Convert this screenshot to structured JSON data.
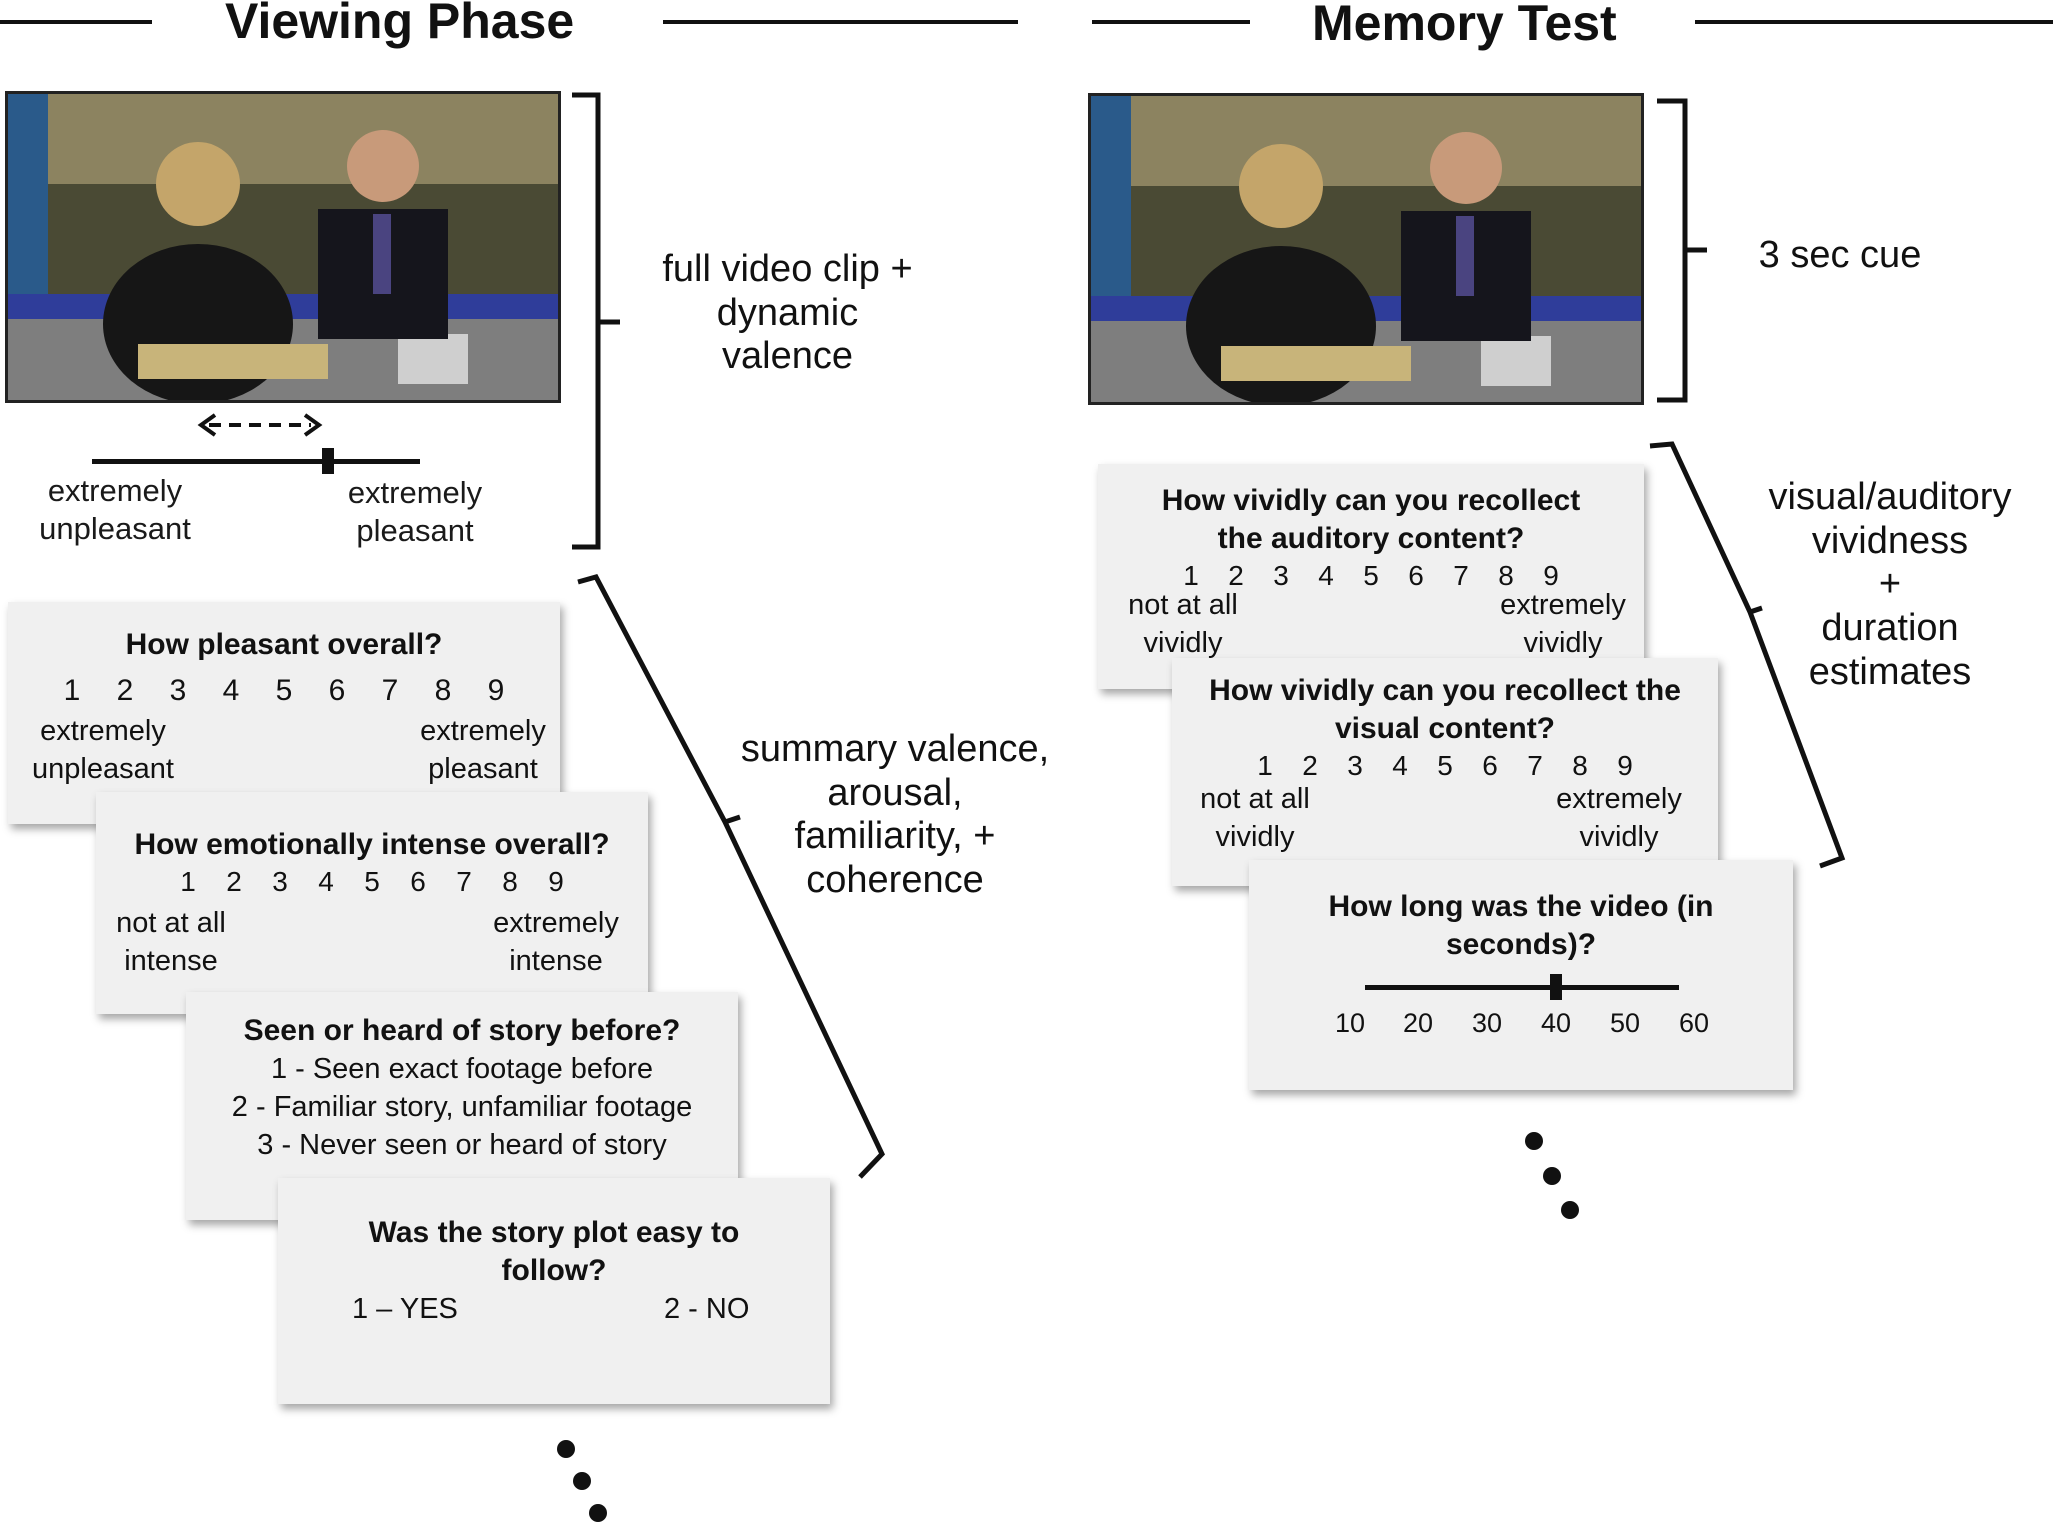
{
  "viewing": {
    "title": "Viewing Phase",
    "video_label": [
      "full video clip +",
      "dynamic",
      "valence"
    ],
    "slider": {
      "left_anchor": [
        "extremely",
        "unpleasant"
      ],
      "right_anchor": [
        "extremely",
        "pleasant"
      ],
      "position_fraction": 0.72
    },
    "summary_label": [
      "summary valence,",
      "arousal,",
      "familiarity, +",
      "coherence"
    ],
    "cards": {
      "pleasant": {
        "question": "How pleasant overall?",
        "scale": [
          "1",
          "2",
          "3",
          "4",
          "5",
          "6",
          "7",
          "8",
          "9"
        ],
        "left": [
          "extremely",
          "unpleasant"
        ],
        "right": [
          "extremely",
          "pleasant"
        ]
      },
      "intense": {
        "question": "How emotionally intense overall?",
        "scale": [
          "1",
          "2",
          "3",
          "4",
          "5",
          "6",
          "7",
          "8",
          "9"
        ],
        "left": [
          "not at all",
          "intense"
        ],
        "right": [
          "extremely",
          "intense"
        ]
      },
      "familiar": {
        "question": "Seen or heard of story before?",
        "options": [
          "1 - Seen exact footage before",
          "2 - Familiar story, unfamiliar footage",
          "3 - Never seen or heard of story"
        ]
      },
      "plot": {
        "question": [
          "Was the story plot easy to",
          "follow?"
        ],
        "yes": "1 – YES",
        "no": "2 - NO"
      }
    }
  },
  "memory": {
    "title": "Memory Test",
    "cue_label": "3 sec cue",
    "vividness_label": [
      "visual/auditory",
      "vividness",
      "+",
      "duration",
      "estimates"
    ],
    "cards": {
      "auditory": {
        "question": [
          "How vividly can you recollect",
          "the auditory content?"
        ],
        "scale": [
          "1",
          "2",
          "3",
          "4",
          "5",
          "6",
          "7",
          "8",
          "9"
        ],
        "left": [
          "not at all",
          "vividly"
        ],
        "right": [
          "extremely",
          "vividly"
        ]
      },
      "visual": {
        "question": [
          "How vividly can you recollect the",
          "visual content?"
        ],
        "scale": [
          "1",
          "2",
          "3",
          "4",
          "5",
          "6",
          "7",
          "8",
          "9"
        ],
        "left": [
          "not at all",
          "vividly"
        ],
        "right": [
          "extremely",
          "vividly"
        ]
      },
      "duration": {
        "question": [
          "How long was the video (in",
          "seconds)?"
        ],
        "ticks": [
          "10",
          "20",
          "30",
          "40",
          "50",
          "60"
        ],
        "value_seconds": 40
      }
    }
  }
}
